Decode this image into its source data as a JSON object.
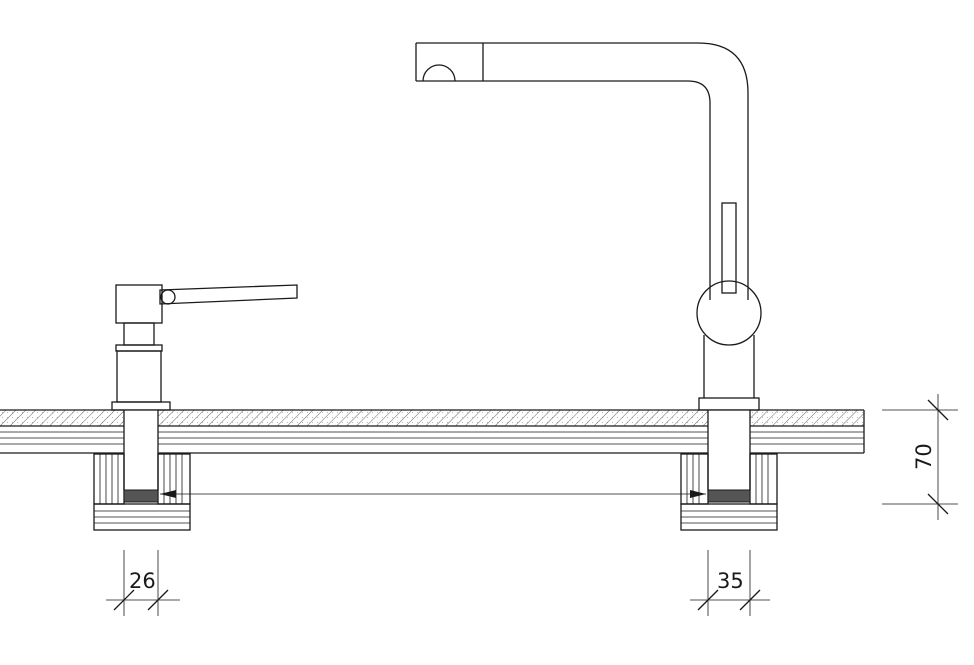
{
  "drawing": {
    "dimensions": {
      "soap_dispenser_hole": "26",
      "tap_hole": "35",
      "worktop_thickness": "70"
    }
  }
}
